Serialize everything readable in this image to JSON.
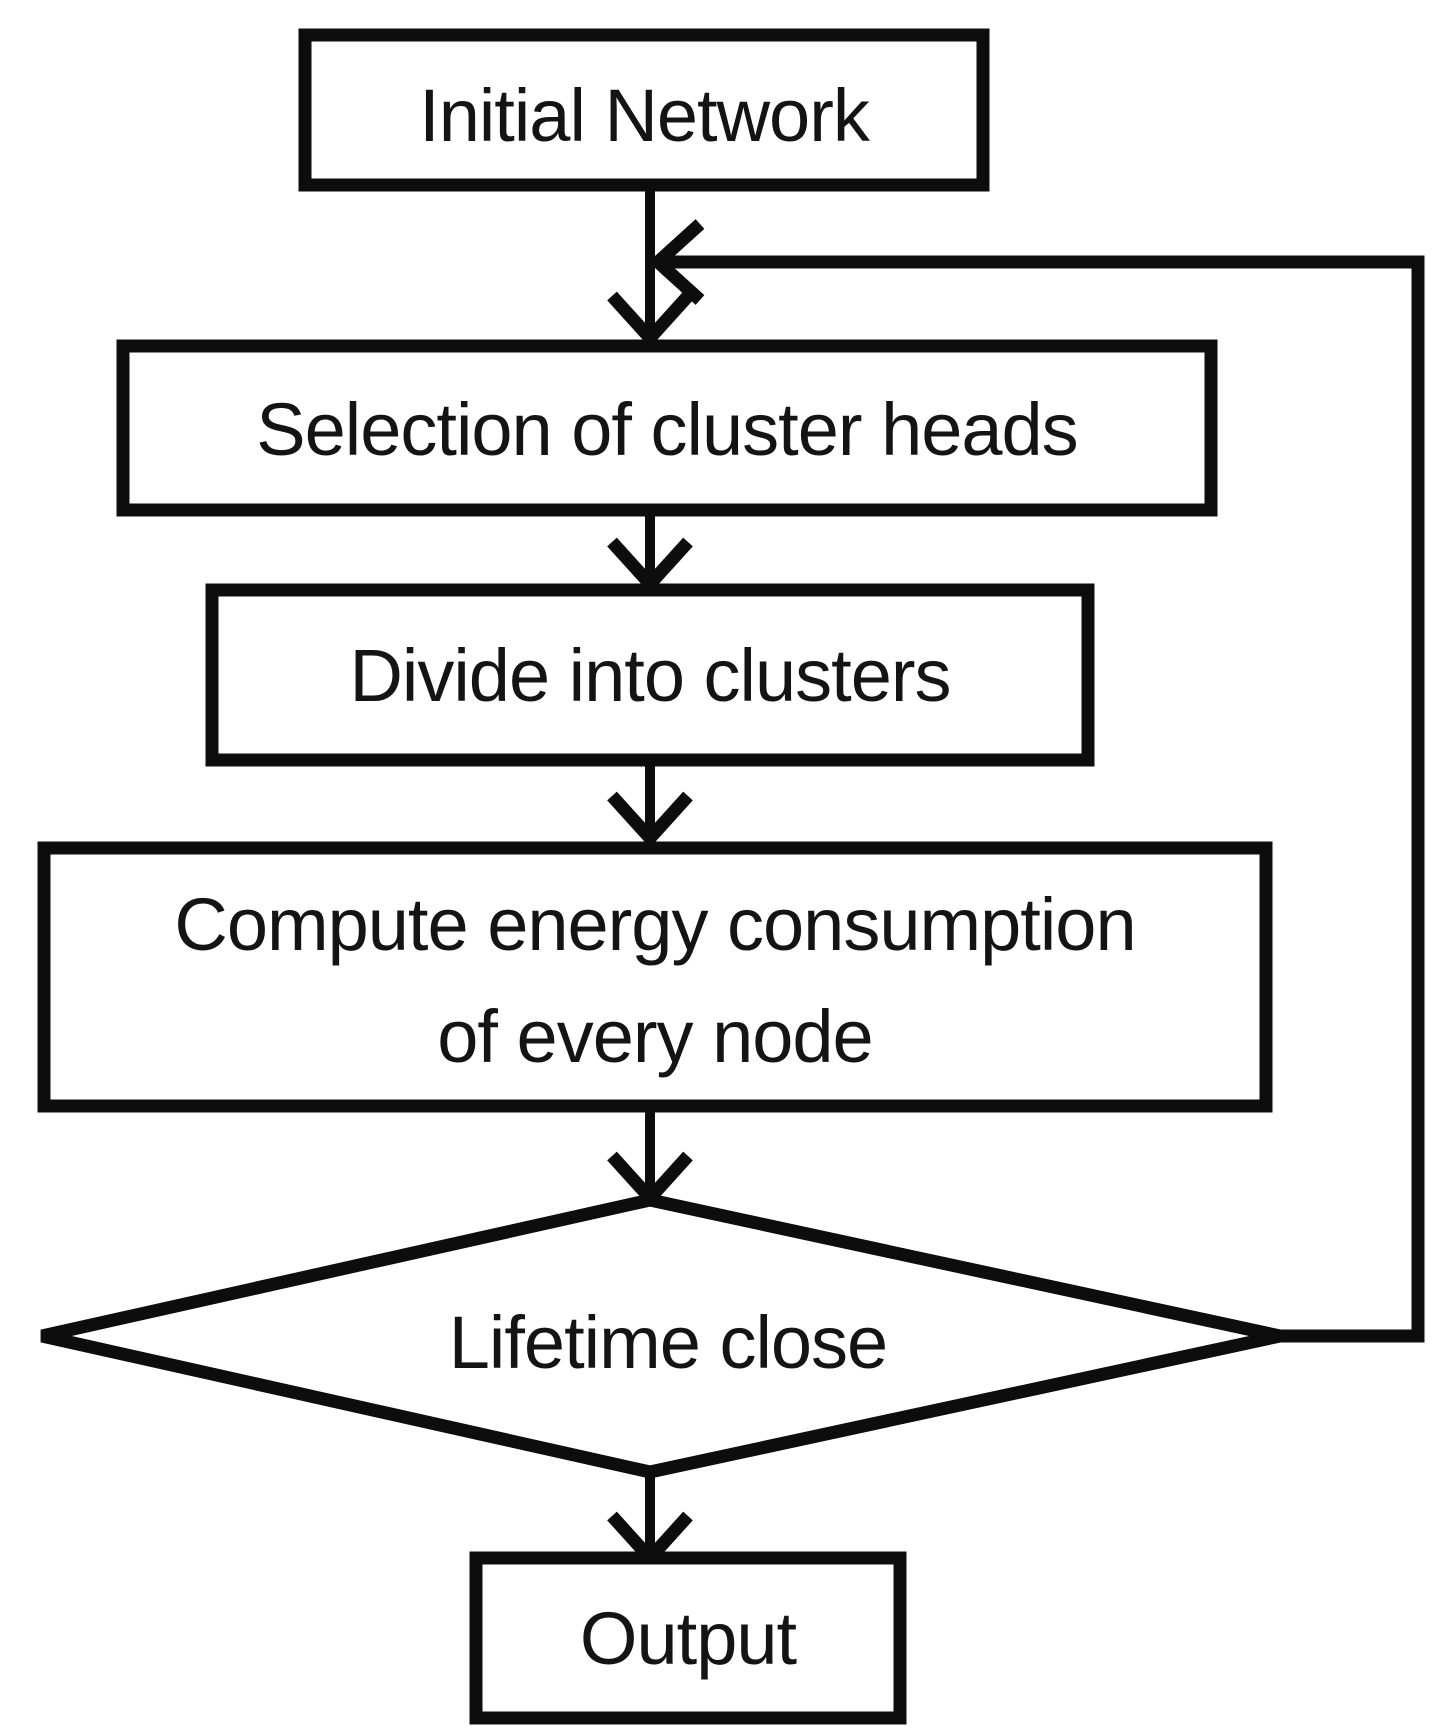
{
  "flowchart": {
    "background_color": "#ffffff",
    "line_color": "#0d0d0d",
    "nodes": [
      {
        "id": "initial-network",
        "shape": "rectangle",
        "label": "Initial Network"
      },
      {
        "id": "selection-of-cluster-heads",
        "shape": "rectangle",
        "label": "Selection of cluster heads"
      },
      {
        "id": "divide-into-clusters",
        "shape": "rectangle",
        "label": "Divide into clusters"
      },
      {
        "id": "compute-energy-consumption",
        "shape": "rectangle",
        "lines": [
          "Compute energy consumption",
          "of every node"
        ]
      },
      {
        "id": "lifetime-close",
        "shape": "diamond",
        "label": "Lifetime close"
      },
      {
        "id": "output",
        "shape": "rectangle",
        "label": "Output"
      }
    ],
    "edges": [
      {
        "from": "initial-network",
        "to": "selection-of-cluster-heads",
        "kind": "forward"
      },
      {
        "from": "selection-of-cluster-heads",
        "to": "divide-into-clusters",
        "kind": "forward"
      },
      {
        "from": "divide-into-clusters",
        "to": "compute-energy-consumption",
        "kind": "forward"
      },
      {
        "from": "compute-energy-consumption",
        "to": "lifetime-close",
        "kind": "forward"
      },
      {
        "from": "lifetime-close",
        "to": "output",
        "kind": "forward"
      },
      {
        "from": "lifetime-close",
        "to": "selection-of-cluster-heads",
        "kind": "loop-back"
      }
    ]
  }
}
